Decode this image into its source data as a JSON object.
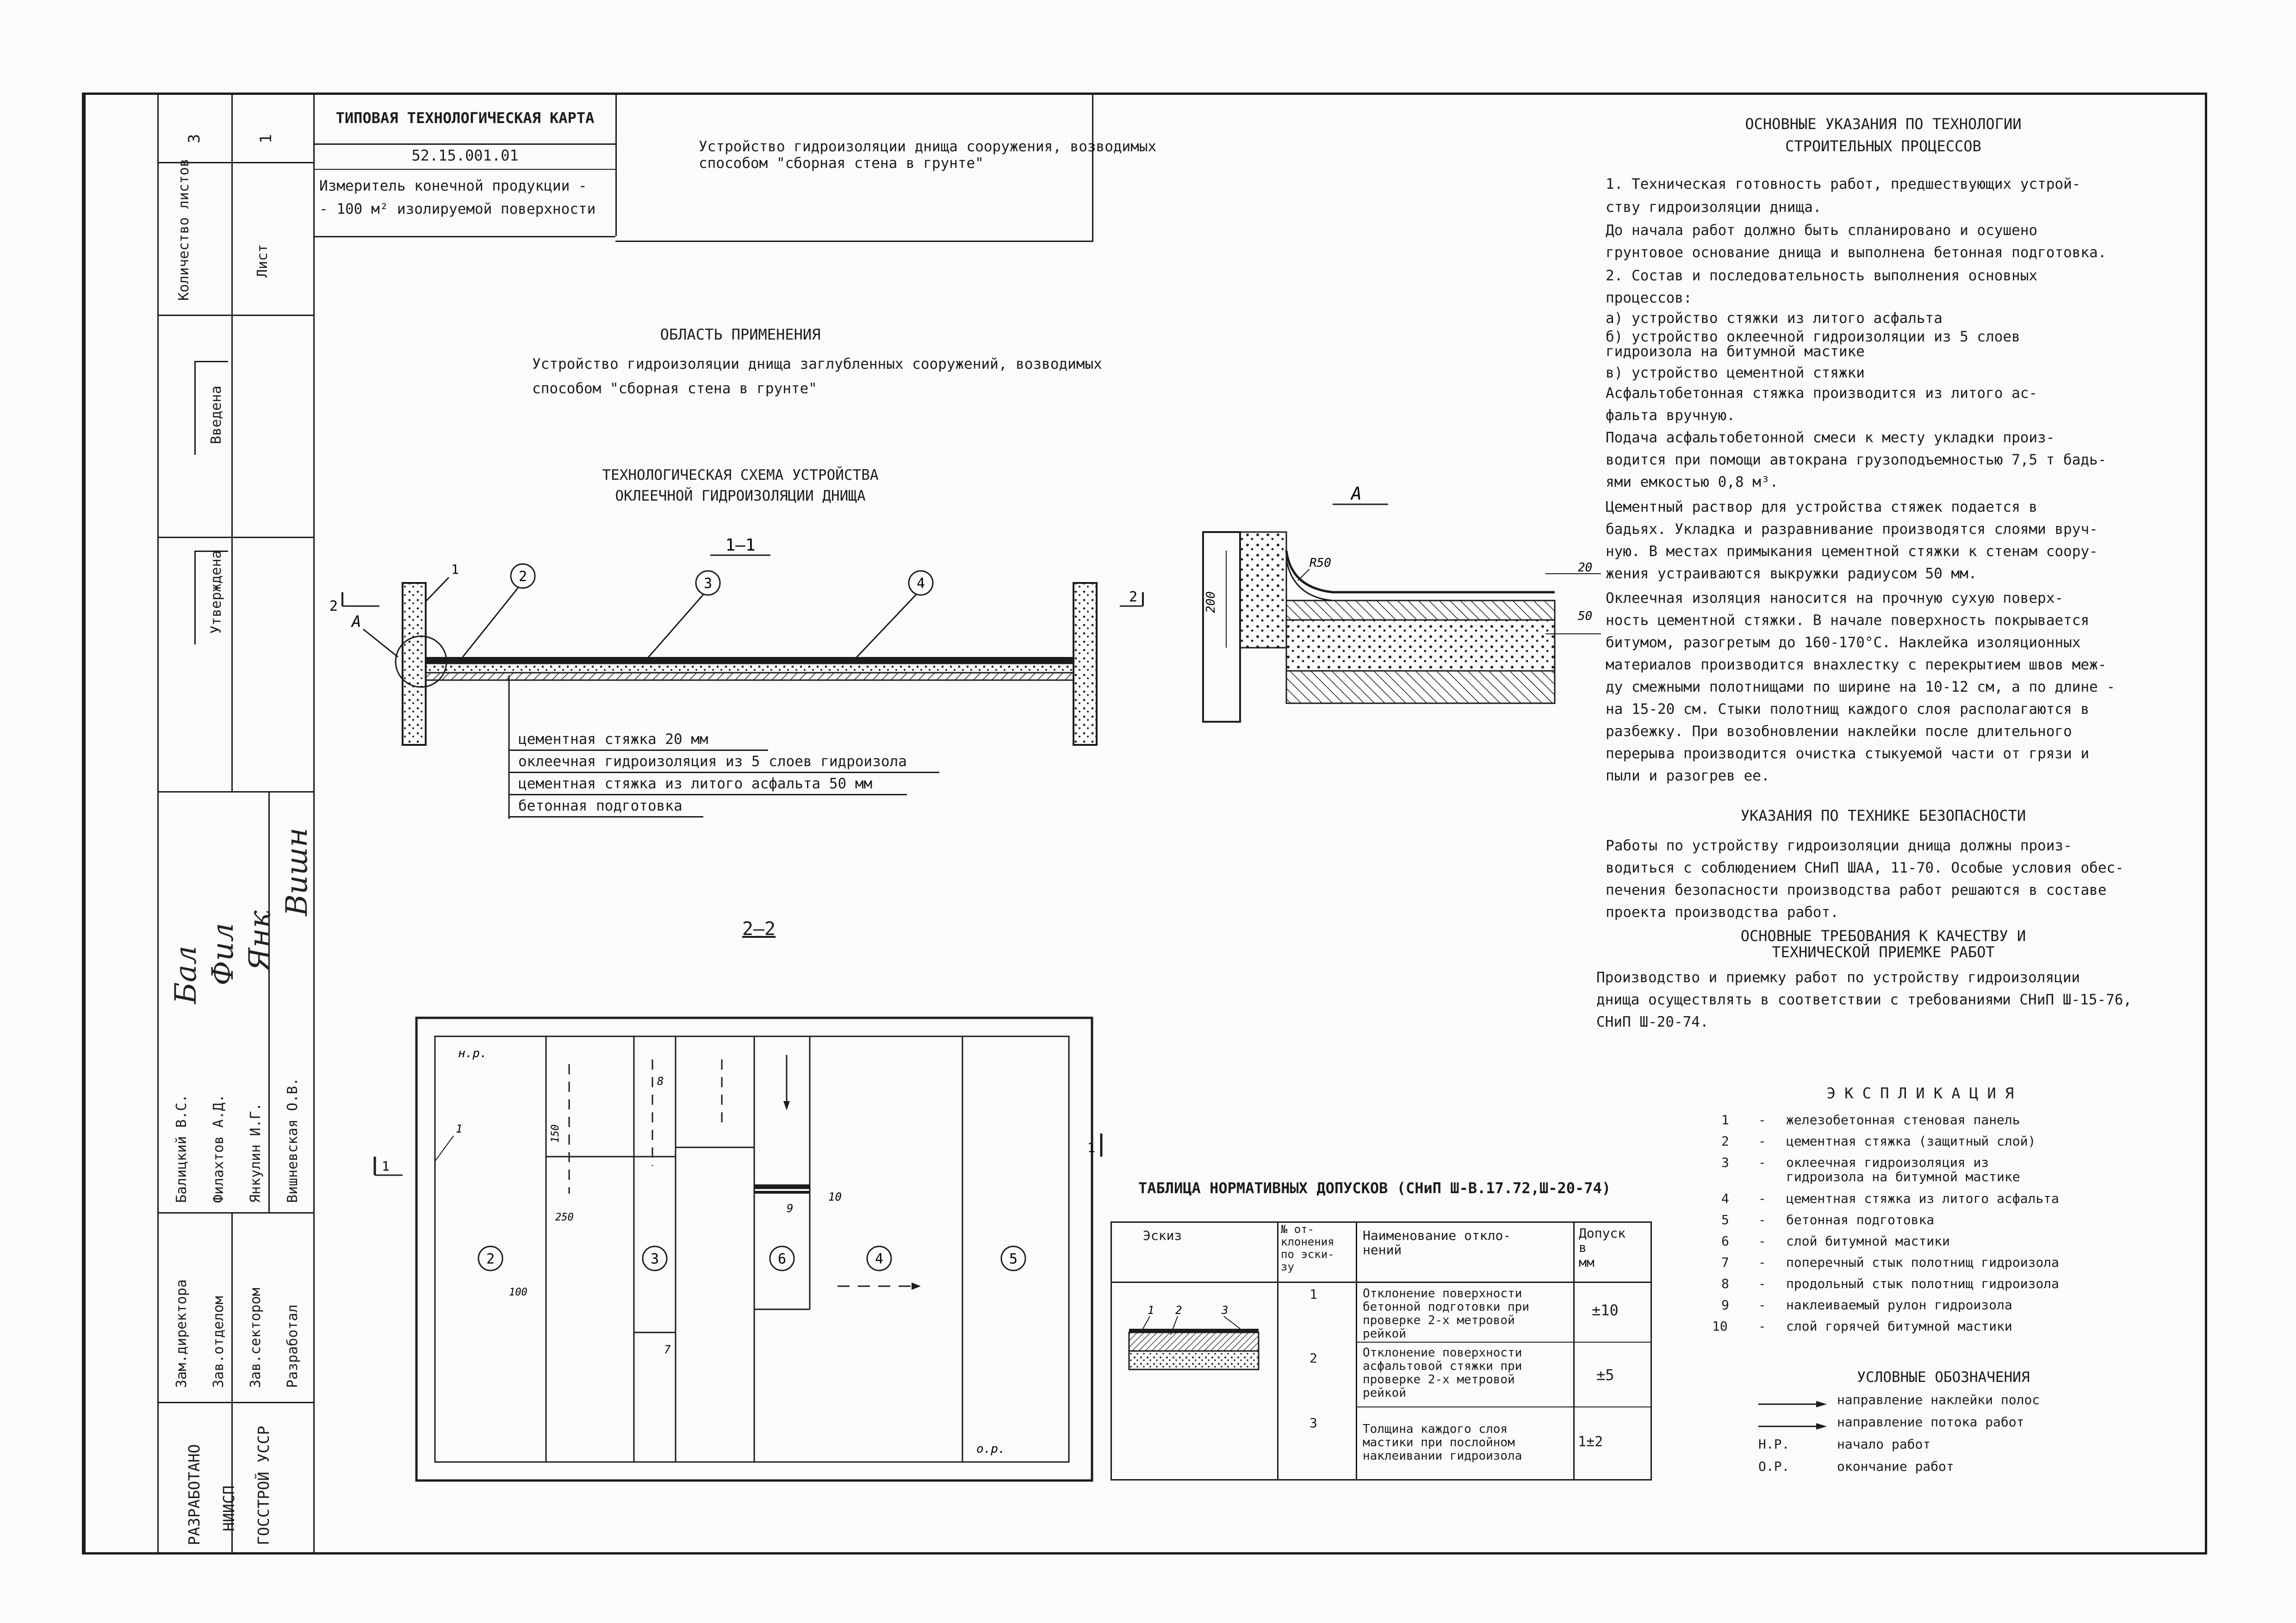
{
  "stamp": {
    "sheets_count_value": "3",
    "sheet_value": "1",
    "sheets_count_label": "Количество листов",
    "sheet_label": "Лист",
    "introduced_label": "Введена",
    "approved_label": "Утверждена",
    "card_type": "ТИПОВАЯ ТЕХНОЛОГИЧЕСКАЯ КАРТА",
    "card_number": "52.15.001.01",
    "measure_line1": "Измеритель конечной продукции -",
    "measure_line2": "- 100 м² изолируемой поверхности",
    "card_title_line1": "Устройство гидроизоляции днища сооружения, возводимых",
    "card_title_line2": "способом \"сборная стена в грунте\"",
    "roles": [
      "Зам.директора",
      "Зав.отделом",
      "Зав.сектором",
      "Разработал"
    ],
    "names": [
      "Балицкий В.С.",
      "Филахтов А.Д.",
      "Янкулин И.Г.",
      "Вишневская О.В."
    ],
    "signatures": [
      "Бал",
      "Фил",
      "Янк",
      "Вишн"
    ],
    "developer_lines": [
      "РАЗРАБОТАНО",
      "НИИСП",
      "ГОССТРОЙ УССР"
    ]
  },
  "scope": {
    "title": "ОБЛАСТЬ ПРИМЕНЕНИЯ",
    "line1": "Устройство гидроизоляции днища заглубленных сооружений, возводимых",
    "line2": "способом \"сборная стена в грунте\""
  },
  "scheme": {
    "title_line1": "ТЕХНОЛОГИЧЕСКАЯ СХЕМА УСТРОЙСТВА",
    "title_line2": "ОКЛЕЕЧНОЙ ГИДРОИЗОЛЯЦИИ ДНИЩА",
    "section_1_1": "1—1",
    "section_2_2": "2—2",
    "section_mark": "2",
    "callout_a": "А",
    "callouts": [
      "1",
      "2",
      "3",
      "4"
    ],
    "layers": [
      "цементная стяжка 20 мм",
      "оклеечная гидроизоляция из 5 слоев гидроизола",
      "цементная стяжка из литого асфальта 50 мм",
      "бетонная подготовка"
    ]
  },
  "detail_a": {
    "title": "А",
    "radius": "R50",
    "dim_left": "200",
    "dim_top": "20",
    "dim_bottom": "50"
  },
  "plan": {
    "start_label": "н.р.",
    "end_label": "о.р.",
    "cut_label": "1",
    "zones": [
      "2",
      "3",
      "6",
      "4",
      "5"
    ],
    "callouts": [
      "1",
      "8",
      "7",
      "9",
      "10"
    ],
    "dims": [
      "150",
      "250",
      "100"
    ]
  },
  "tech": {
    "title_line1": "ОСНОВНЫЕ УКАЗАНИЯ ПО ТЕХНОЛОГИИ",
    "title_line2": "СТРОИТЕЛЬНЫХ ПРОЦЕССОВ",
    "lines": [
      "    1.  Техническая готовность работ, предшествующих устрой-",
      "ству гидроизоляции днища.",
      "    До начала работ должно быть спланировано и осушено",
      "грунтовое основание днища и выполнена бетонная подготовка.",
      "    2.  Состав и последовательность выполнения основных",
      "процессов:",
      "              а) устройство стяжки из литого асфальта",
      "              б) устройство оклеечной гидроизоляции из 5 слоев",
      "                 гидроизола на битумной мастике",
      "              в) устройство цементной стяжки",
      "    Асфальтобетонная стяжка производится из литого ас-",
      "фальта вручную.",
      "    Подача асфальтобетонной смеси к месту укладки произ-",
      "водится при помощи автокрана грузоподъемностью 7,5 т бадь-",
      "ями емкостью 0,8 м³.",
      "    Цементный раствор для устройства стяжек подается в",
      "бадьях. Укладка и разравнивание производятся слоями вруч-",
      "ную. В местах примыкания цементной стяжки к стенам соору-",
      "жения устраиваются выкружки радиусом 50 мм.",
      "    Оклеечная изоляция наносится на прочную сухую поверх-",
      "ность цементной стяжки. В начале поверхность покрывается",
      "битумом, разогретым до 160-170°С. Наклейка изоляционных",
      "материалов производится внахлестку с перекрытием швов меж-",
      "ду смежными полотнищами по ширине на 10-12 см, а по длине -",
      "на 15-20 см. Стыки полотнищ каждого слоя располагаются в",
      "разбежку. При возобновлении наклейки после длительного",
      "перерыва производится очистка стыкуемой части от грязи и",
      "пыли и разогрев ее."
    ]
  },
  "safety": {
    "title": "УКАЗАНИЯ ПО ТЕХНИКЕ БЕЗОПАСНОСТИ",
    "lines": [
      "    Работы по устройству гидроизоляции днища должны произ-",
      "водиться с соблюдением СНиП ШАА, 11-70. Особые условия обес-",
      "печения безопасности производства работ решаются в составе",
      "проекта производства работ."
    ]
  },
  "quality": {
    "title_line1": "ОСНОВНЫЕ ТРЕБОВАНИЯ К КАЧЕСТВУ И",
    "title_line2": "ТЕХНИЧЕСКОЙ ПРИЕМКЕ РАБОТ",
    "lines": [
      "    Производство и приемку работ по устройству гидроизоляции",
      "днища осуществлять в соответствии с требованиями СНиП Ш-15-76,",
      "СНиП Ш-20-74."
    ]
  },
  "explication": {
    "title": "Э К С П Л И К А Ц И Я",
    "items": [
      {
        "n": "1",
        "text": "железобетонная стеновая панель"
      },
      {
        "n": "2",
        "text": "цементная стяжка (защитный слой)"
      },
      {
        "n": "3",
        "text": "оклеечная гидроизоляция из\nгидроизола на битумной мастике"
      },
      {
        "n": "4",
        "text": "цементная стяжка из литого асфальта"
      },
      {
        "n": "5",
        "text": "бетонная подготовка"
      },
      {
        "n": "6",
        "text": "слой битумной мастики"
      },
      {
        "n": "7",
        "text": "поперечный стык полотнищ гидроизола"
      },
      {
        "n": "8",
        "text": "продольный стык полотнищ гидроизола"
      },
      {
        "n": "9",
        "text": "наклеиваемый рулон гидроизола"
      },
      {
        "n": "10",
        "text": "слой горячей битумной мастики"
      }
    ]
  },
  "legend": {
    "title": "УСЛОВНЫЕ ОБОЗНАЧЕНИЯ",
    "items": [
      {
        "symbol": "",
        "text": "направление наклейки полос"
      },
      {
        "symbol": "",
        "text": "направление потока работ"
      },
      {
        "symbol": "Н.Р.",
        "text": "начало работ"
      },
      {
        "symbol": "О.Р.",
        "text": "окончание работ"
      }
    ]
  },
  "tolerances": {
    "title": "ТАБЛИЦА НОРМАТИВНЫХ ДОПУСКОВ (СНиП Ш-В.17.72,Ш-20-74)",
    "headers": [
      "Эскиз",
      "№ от-\nклонения\nпо эски-\nзу",
      "Наименование откло-\nнений",
      "Допуск\nв\nмм"
    ],
    "sketch_marks": [
      "1",
      "2",
      "3"
    ],
    "rows": [
      {
        "n": "1",
        "name": "Отклонение поверхности\nбетонной подготовки при\nпроверке 2-х метровой\nрейкой",
        "tol": "±10"
      },
      {
        "n": "2",
        "name": "Отклонение поверхности\nасфальтовой стяжки при\nпроверке 2-х метровой\nрейкой",
        "tol": "±5"
      },
      {
        "n": "3",
        "name": "Толщина каждого слоя\nмастики при послойном\nнаклеивании гидроизола",
        "tol": "1±2"
      }
    ]
  }
}
